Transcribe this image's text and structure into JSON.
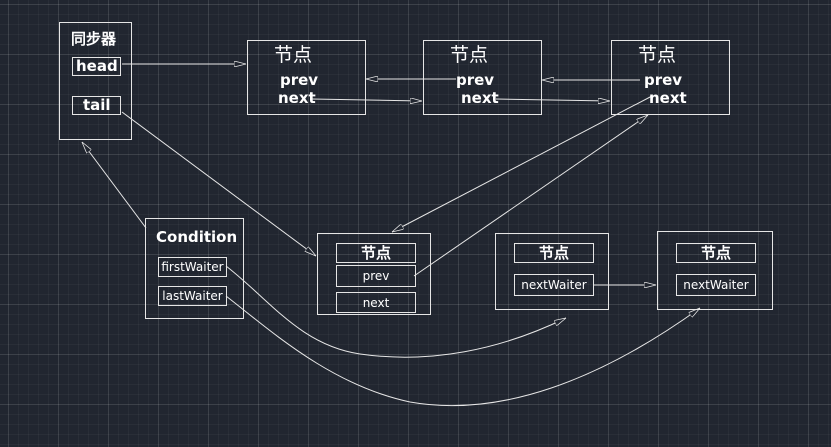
{
  "sync": {
    "title": "同步器",
    "head": "head",
    "tail": "tail"
  },
  "queue_nodes": [
    {
      "title": "节点",
      "prev": "prev",
      "next": "next"
    },
    {
      "title": "节点",
      "prev": "prev",
      "next": "next"
    },
    {
      "title": "节点",
      "prev": "prev",
      "next": "next"
    }
  ],
  "condition": {
    "title": "Condition",
    "first": "firstWaiter",
    "last": "lastWaiter"
  },
  "cond_node": {
    "title": "节点",
    "prev": "prev",
    "next": "next"
  },
  "waiter_nodes": [
    {
      "title": "节点",
      "next_waiter": "nextWaiter"
    },
    {
      "title": "节点",
      "next_waiter": "nextWaiter"
    }
  ],
  "colors": {
    "line": "#e6e6e6",
    "background": "#212630",
    "text": "#ffffff"
  }
}
